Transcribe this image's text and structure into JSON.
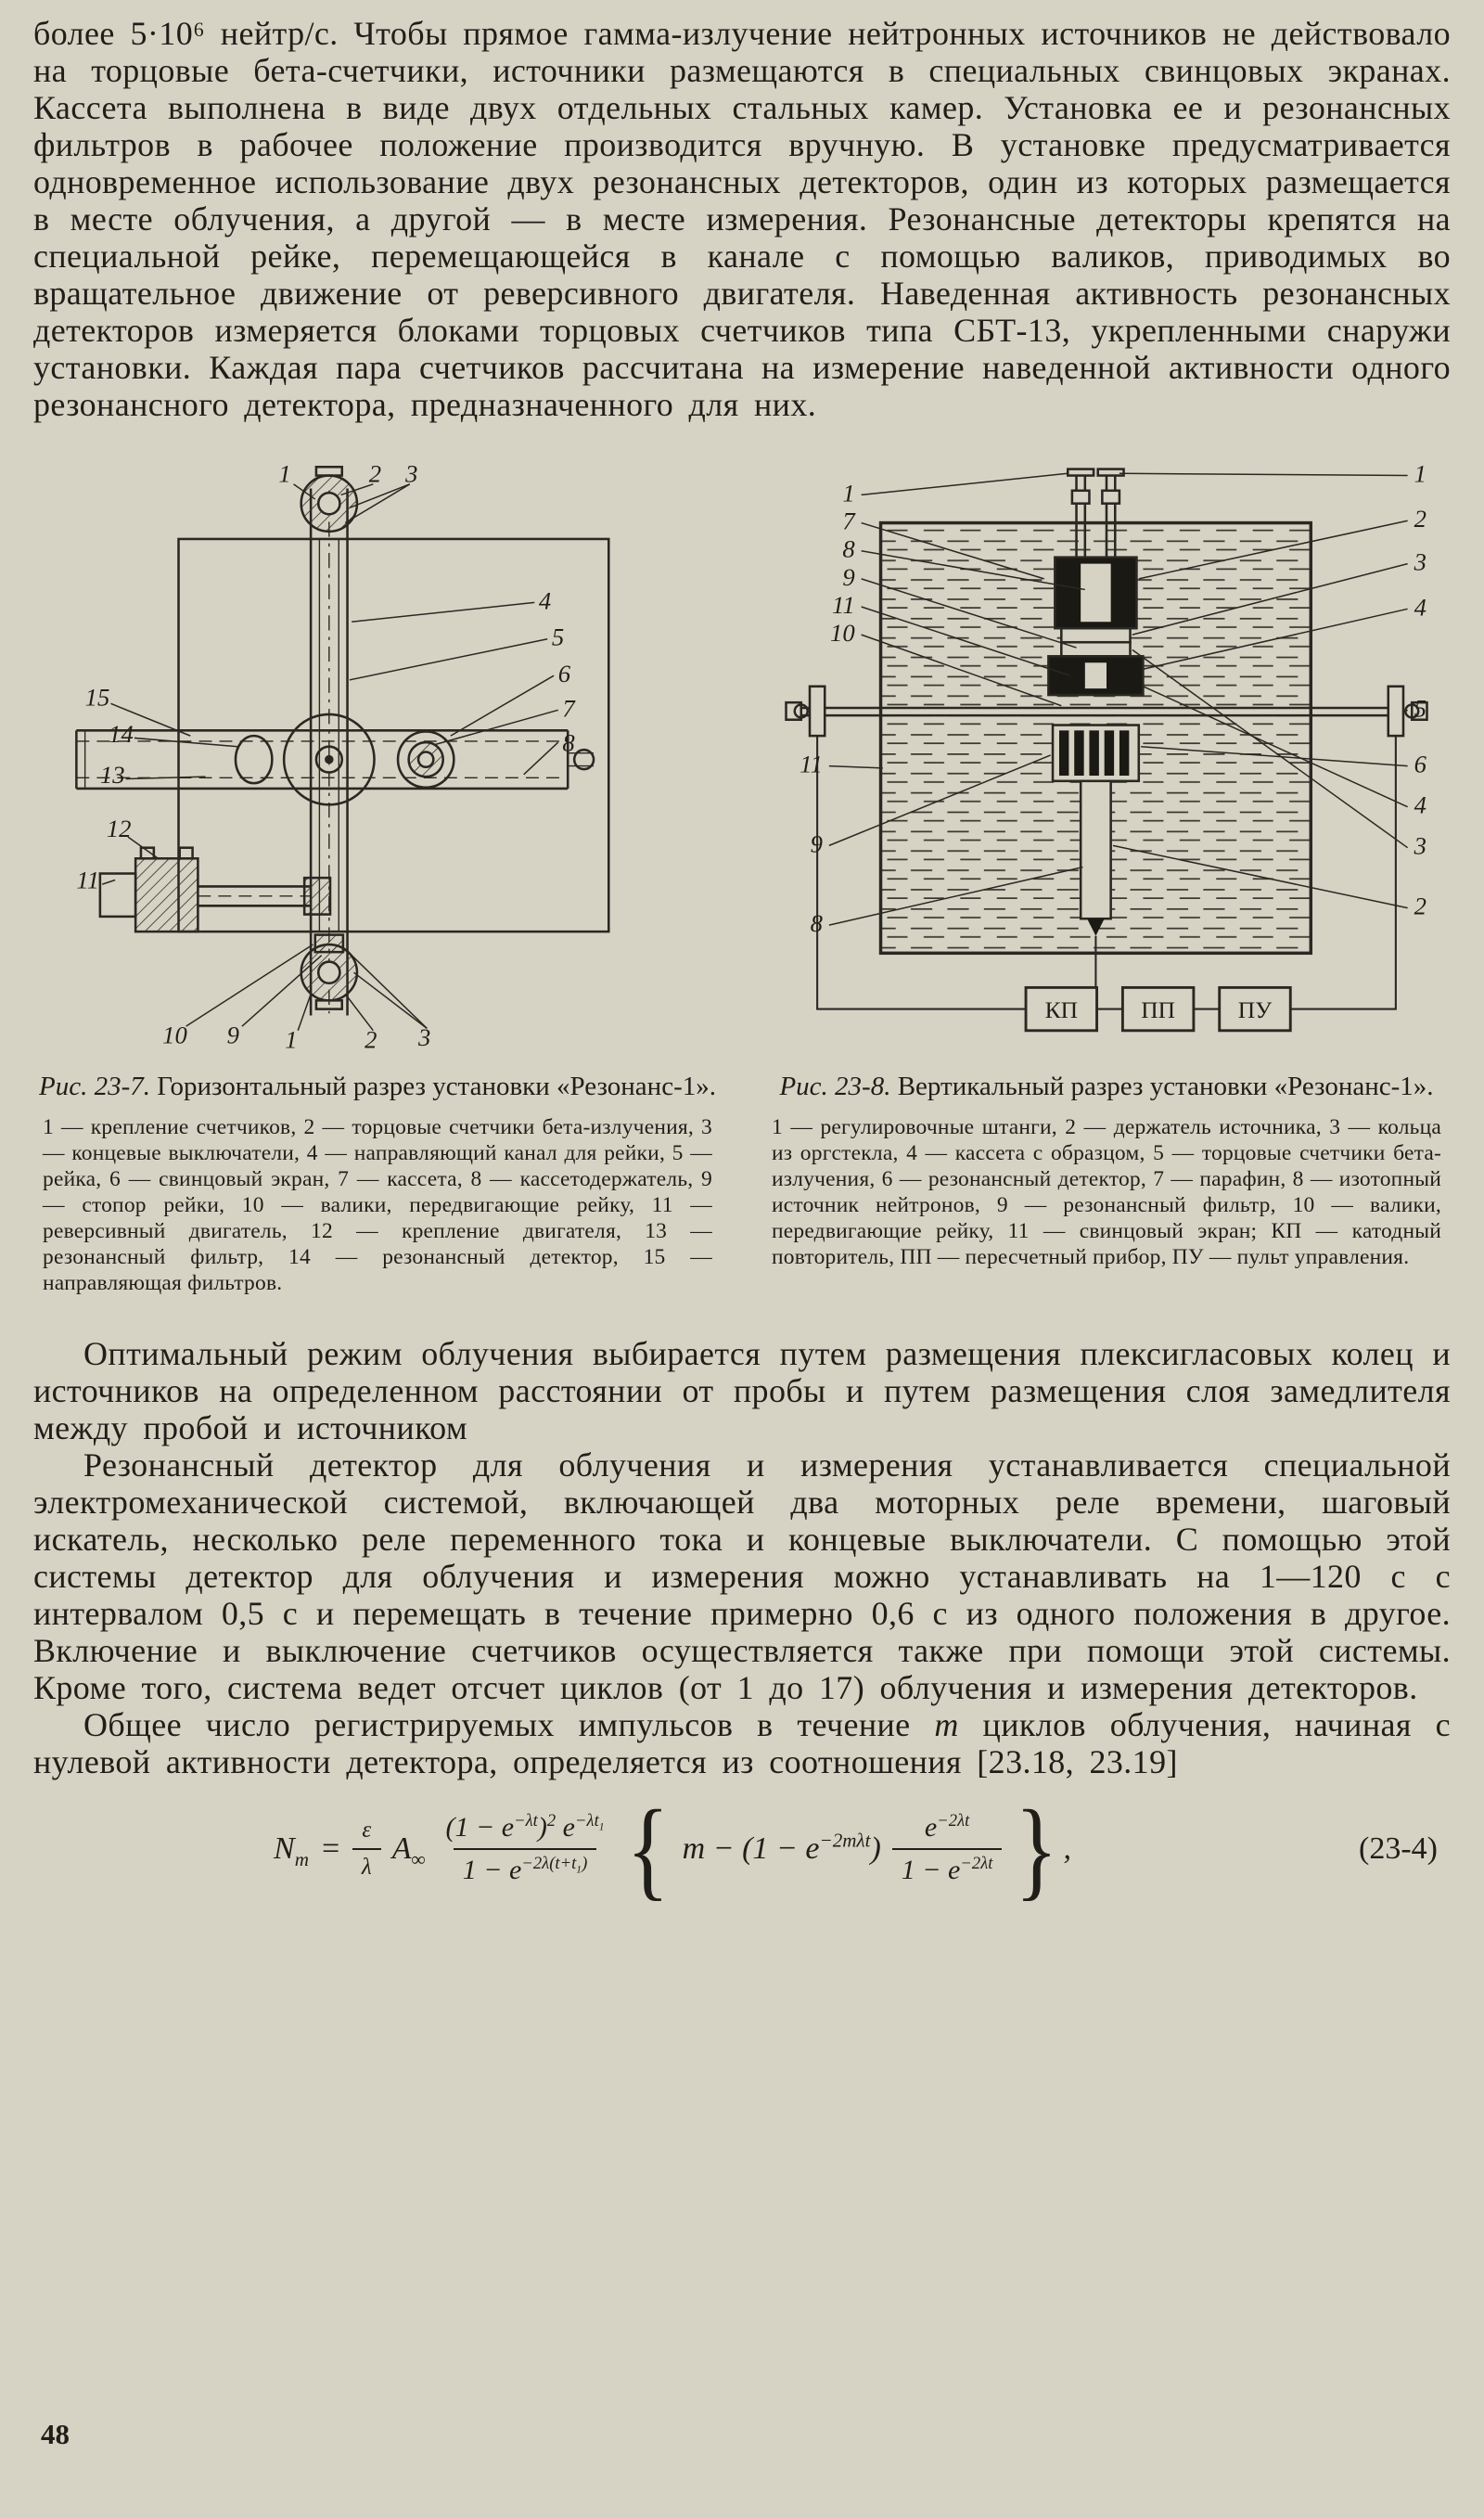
{
  "page": {
    "number": "48",
    "paper_color": "#d6d3c5",
    "ink_color": "#201e18"
  },
  "top_paragraph": "более 5·10⁶ нейтр/с. Чтобы прямое гамма-излучение нейтронных источников не действовало на торцовые бета-счетчики, источники размещаются в специальных свинцовых экранах. Кассета выполнена в виде двух отдельных стальных камер. Установка ее и резонансных фильтров в рабочее положение производится вручную. В установке предусматривается одновременное использование двух резонансных детекторов, один из которых размещается в месте облучения, а другой — в месте измерения. Резонансные детекторы крепятся на специальной рейке, перемещающейся в канале с помощью валиков, приводимых во вращательное движение от реверсивного двигателя. Наведенная активность резонансных детекторов измеряется блоками торцовых счетчиков типа СБТ-13, укрепленными снаружи установки. Каждая пара счетчиков рассчитана на измерение наведенной активности одного резонансного детектора, предназначенного для них.",
  "figure_left": {
    "caption_label": "Рис. 23-7.",
    "caption_text": "Горизонтальный разрез установки «Резонанс-1».",
    "legend": "1 — крепление счетчиков, 2 — торцовые счетчики бета-излучения, 3 — концевые выключатели, 4 — направляющий канал для рейки, 5 — рейка, 6 — свинцовый экран, 7 — кассета, 8 — кассетодержатель, 9 — стопор рейки, 10 — валики, передвигающие рейку, 11 — реверсивный двигатель, 12 — крепление двигателя, 13 — резонансный фильтр, 14 — резонансный детектор, 15 — направляющая фильтров.",
    "callouts": [
      "1",
      "2",
      "3",
      "4",
      "5",
      "6",
      "7",
      "8",
      "15",
      "14",
      "13",
      "12",
      "11",
      "10",
      "9",
      "1",
      "2",
      "3"
    ]
  },
  "figure_right": {
    "caption_label": "Рис. 23-8.",
    "caption_text": "Вертикальный разрез установки «Резонанс-1».",
    "legend": "1 — регулировочные штанги, 2 — держатель источника, 3 — кольца из оргстекла, 4 — кассета с образцом, 5 — торцовые счетчики бета-излучения, 6 — резонансный детектор, 7 — парафин, 8 — изотопный источник нейтронов, 9 — резонансный фильтр, 10 — валики, передвигающие рейку, 11 — свинцовый экран; КП — катодный повторитель, ПП — пересчетный прибор, ПУ — пульт управления.",
    "callouts": [
      "1",
      "7",
      "8",
      "9",
      "11",
      "10",
      "11",
      "9",
      "8",
      "1",
      "2",
      "3",
      "4",
      "5",
      "6",
      "4",
      "3",
      "2"
    ],
    "boxes": [
      "КП",
      "ПП",
      "ПУ"
    ]
  },
  "paragraphs": [
    {
      "text": "Оптимальный режим облучения выбирается путем размещения плексигласовых колец и источников на определенном расстоянии от пробы и путем размещения слоя замедлителя между пробой и источником"
    },
    {
      "text": "Резонансный детектор для облучения и измерения устанавливается специальной электромеханической системой, включающей два моторных реле времени, шаговый искатель, несколько реле переменного тока и концевые выключатели. С помощью этой системы детектор для облучения и измерения можно устанавливать на 1—120 с с интервалом 0,5 с и перемещать в течение примерно 0,6 с из одного положения в другое. Включение и выключение счетчиков осуществляется также при помощи этой системы. Кроме того, система ведет отсчет циклов (от 1 до 17) облучения и измерения детекторов."
    },
    {
      "html": "Общее число регистрируемых импульсов в течение <i>m</i> циклов облучения, начиная с нулевой активности детектора, определяется из соотношения [23.18, 23.19]"
    }
  ],
  "formula": {
    "lhs": "N",
    "lhs_sub": "m",
    "eq": "=",
    "coef_num": "ε",
    "coef_den": "λ",
    "amp": "A",
    "amp_sub": "∞",
    "frac1_num": "(1 − e<sup>−λt</sup>)<sup>2</sup> e<sup>−λt<sub>1</sub></sup>",
    "frac1_den": "1 − e<sup>−2λ(t+t<sub>1</sub>)</sup>",
    "brace_open": "{",
    "inner": "m − (1 − e<sup>−2mλt</sup>)",
    "frac2_num": "e<sup>−2λt</sup>",
    "frac2_den": "1 − e<sup>−2λt</sup>",
    "brace_close": "}",
    "comma": ",",
    "tag": "(23-4)"
  }
}
